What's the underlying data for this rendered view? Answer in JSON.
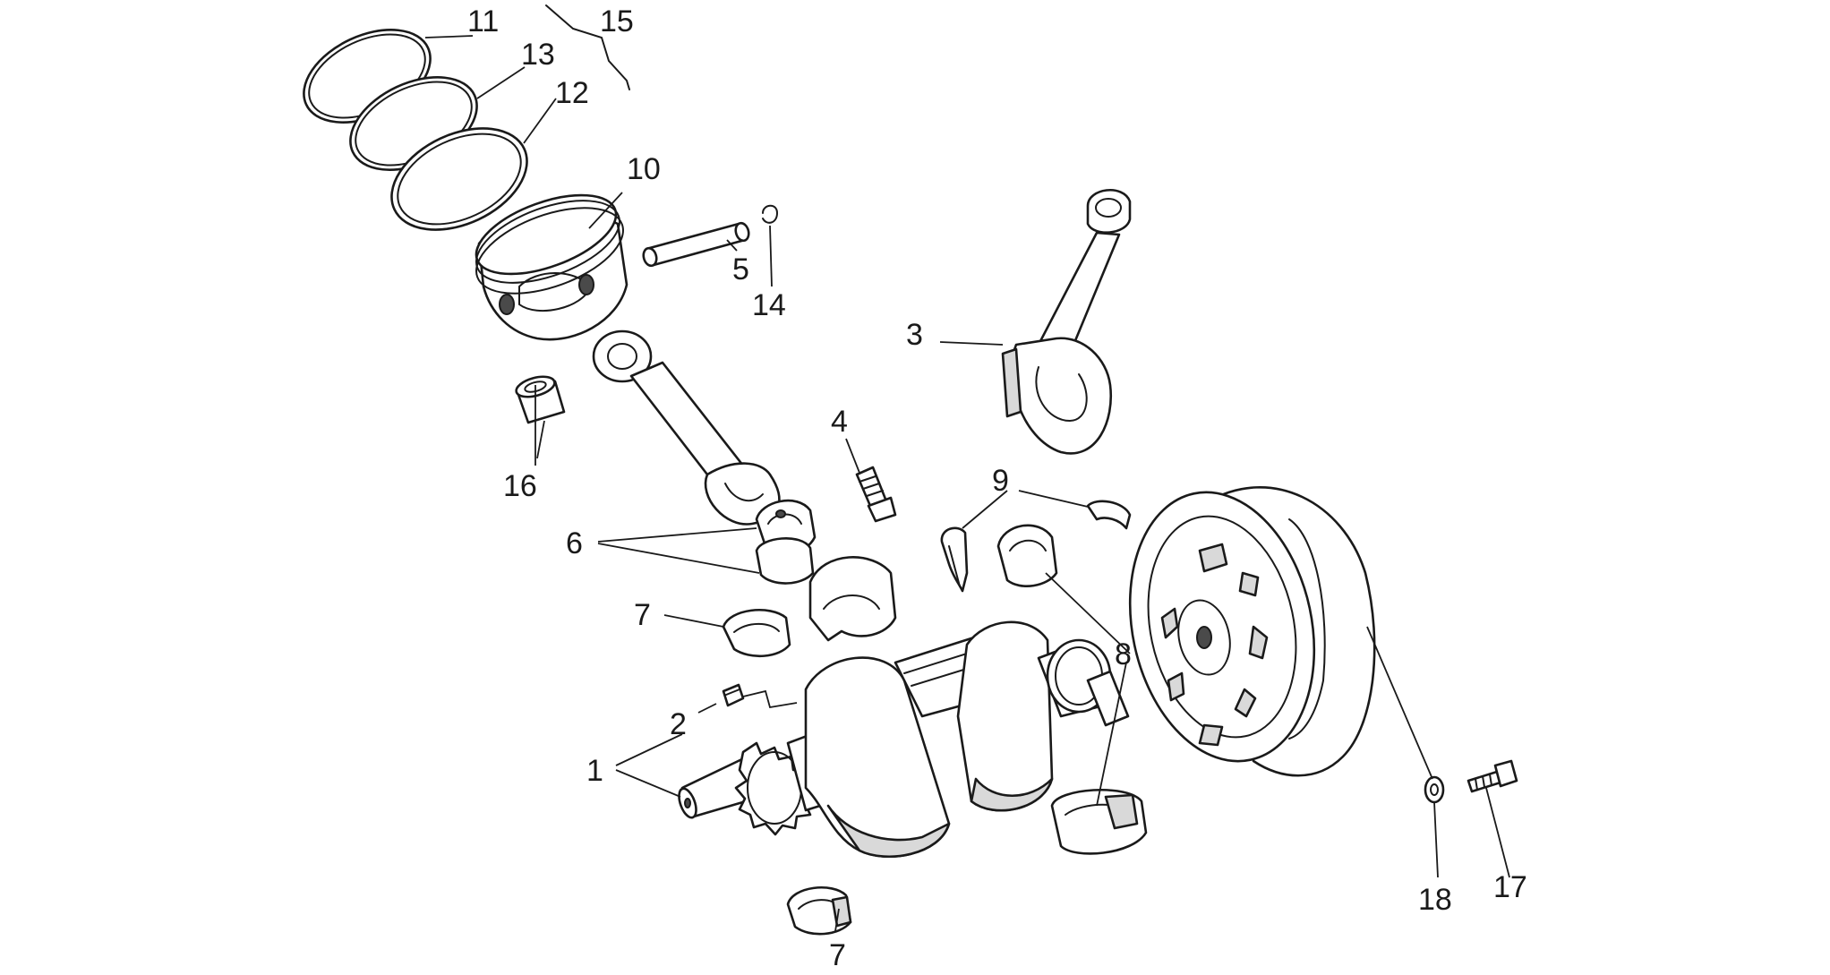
{
  "callouts": [
    {
      "id": "c1",
      "text": "1"
    },
    {
      "id": "c2",
      "text": "2"
    },
    {
      "id": "c3",
      "text": "3"
    },
    {
      "id": "c4",
      "text": "4"
    },
    {
      "id": "c5",
      "text": "5"
    },
    {
      "id": "c6",
      "text": "6"
    },
    {
      "id": "c7a",
      "text": "7"
    },
    {
      "id": "c7b",
      "text": "7"
    },
    {
      "id": "c8",
      "text": "8"
    },
    {
      "id": "c9",
      "text": "9"
    },
    {
      "id": "c10",
      "text": "10"
    },
    {
      "id": "c11",
      "text": "11"
    },
    {
      "id": "c12",
      "text": "12"
    },
    {
      "id": "c13",
      "text": "13"
    },
    {
      "id": "c14",
      "text": "14"
    },
    {
      "id": "c15",
      "text": "15"
    },
    {
      "id": "c16",
      "text": "16"
    },
    {
      "id": "c17",
      "text": "17"
    },
    {
      "id": "c18",
      "text": "18"
    }
  ]
}
